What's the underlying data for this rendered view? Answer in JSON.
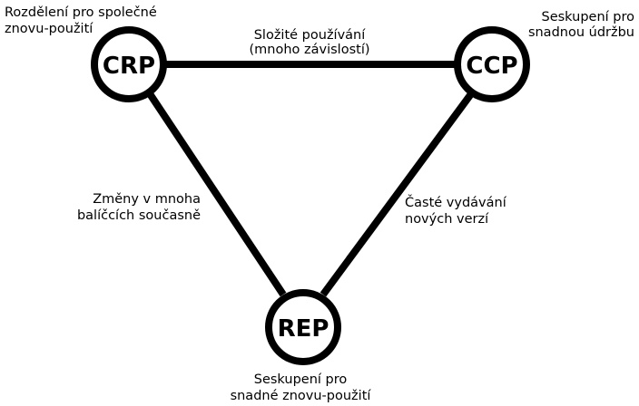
{
  "nodes": {
    "crp": {
      "label": "CRP",
      "note_line1": "Rozdělení pro společné",
      "note_line2": "znovu-použití"
    },
    "ccp": {
      "label": "CCP",
      "note_line1": "Seskupení pro",
      "note_line2": "snadnou údržbu"
    },
    "rep": {
      "label": "REP",
      "note_line1": "Seskupení pro",
      "note_line2": "snadné znovu-použití"
    }
  },
  "edges": {
    "crp_ccp": {
      "line1": "Složité používání",
      "line2": "(mnoho závislostí)"
    },
    "crp_rep": {
      "line1": "Změny v mnoha",
      "line2": "balíčcích současně"
    },
    "ccp_rep": {
      "line1": "Časté vydávání",
      "line2": "nových verzí"
    }
  },
  "colors": {
    "stroke": "#000000",
    "fill": "#ffffff"
  }
}
